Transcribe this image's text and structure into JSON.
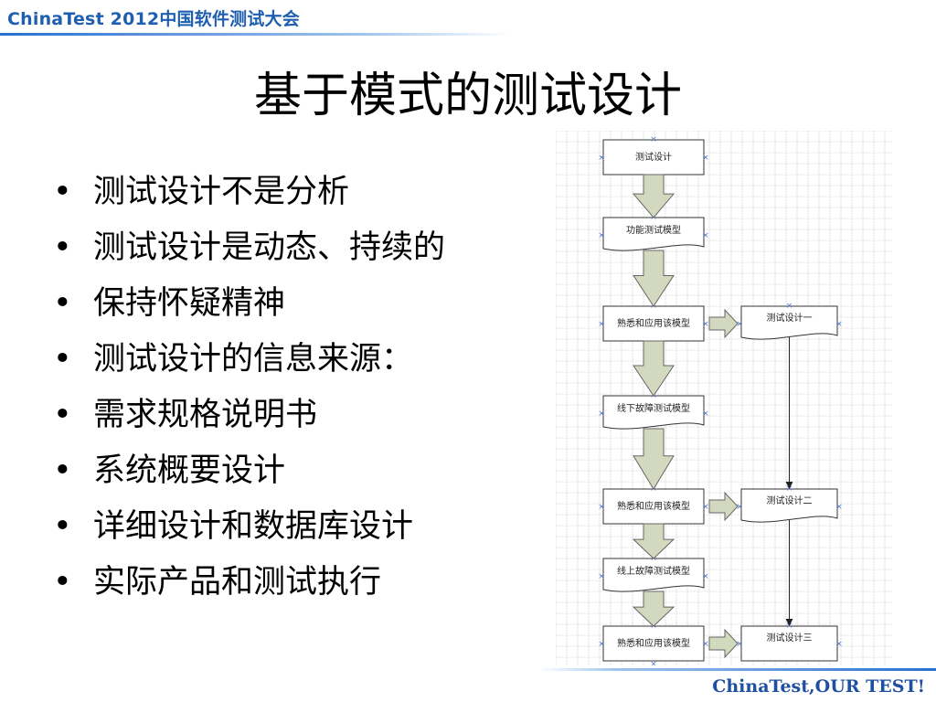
{
  "header": {
    "title": "ChinaTest 2012中国软件测试大会"
  },
  "slide": {
    "title": "基于模式的测试设计"
  },
  "bullets": [
    "测试设计不是分析",
    "测试设计是动态、持续的",
    "保持怀疑精神",
    "测试设计的信息来源：",
    "需求规格说明书",
    "系统概要设计",
    "详细设计和数据库设计",
    "实际产品和测试执行"
  ],
  "flowchart": {
    "main": [
      "测试设计",
      "功能测试模型",
      "熟悉和应用该模型",
      "线下故障测试模型",
      "熟悉和应用该模型",
      "线上故障测试模型",
      "熟悉和应用该模型"
    ],
    "side": [
      "测试设计一",
      "测试设计二",
      "测试设计三"
    ]
  },
  "footer": {
    "slogan": "ChinaTest,OUR TEST!"
  },
  "colors": {
    "accent": "#1f5fb0",
    "arrow_fill": "#d3d9bf",
    "grid": "#c9c9c9"
  }
}
